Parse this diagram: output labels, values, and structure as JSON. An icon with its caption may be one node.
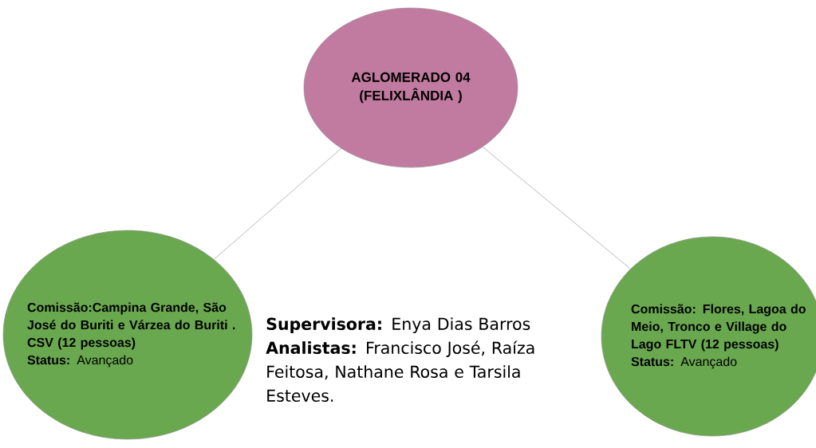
{
  "diagram": {
    "nodes": [
      {
        "text": [
          "AGLOMERADO 04 (FELIXLÂNDIA )"
        ]
      },
      {
        "text": [
          "Comissão:Campina Grande, São José do Buriti e Várzea do Buriti . CSV (12 pessoas)",
          "**Status:** Avançado"
        ]
      },
      {
        "text": [
          "Comissão: Flores, Lagoa do Meio, Tronco e Village do Lago FLTV (12 pessoas)",
          "**Status:** Avançado"
        ]
      }
    ],
    "edges": [
      {
        "from": 0,
        "to": 1,
        "arrow": "none"
      },
      {
        "from": 0,
        "to": 2,
        "arrow": "none"
      }
    ],
    "labels": [
      "**Supervisora:** Enya Dias Barros",
      "**Analistas:** Francisco José, Raíza Feitosa, Nathane Rosa e Tarsila Esteves."
    ]
  }
}
